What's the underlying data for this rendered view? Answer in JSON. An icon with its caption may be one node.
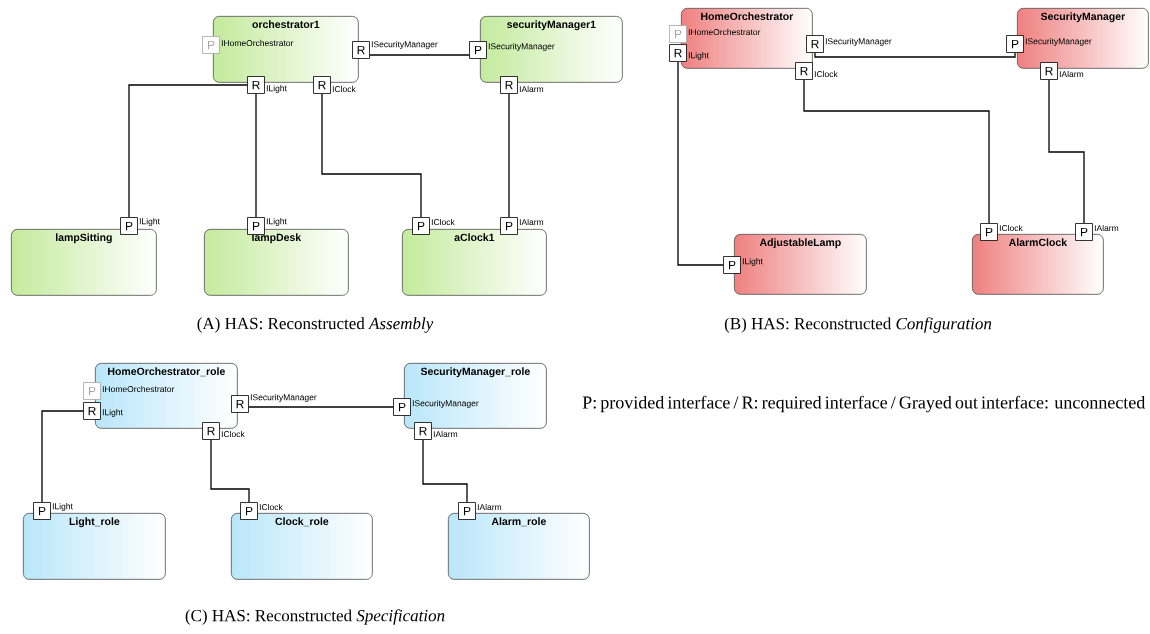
{
  "diagram": {
    "nodes": [
      {
        "text": [
          "orchestrator1"
        ]
      },
      {
        "text": [
          "P"
        ],
        "beside": [
          "IHomeOrchestrator"
        ]
      },
      {
        "text": [
          "R"
        ],
        "beside": [
          "ISecurityManager"
        ]
      },
      {
        "text": [
          "securityManager1"
        ]
      },
      {
        "text": [
          "P"
        ],
        "beside": [
          "ISecurityManager"
        ]
      },
      {
        "text": [
          "R"
        ],
        "beside": [
          "ILight"
        ]
      },
      {
        "text": [
          "R"
        ],
        "beside": [
          "IClock"
        ]
      },
      {
        "text": [
          "R"
        ],
        "beside": [
          "IAlarm"
        ]
      },
      {
        "text": [
          "lampSitting"
        ]
      },
      {
        "text": [
          "P"
        ],
        "beside": [
          "ILight"
        ]
      },
      {
        "text": [
          "lampDesk"
        ]
      },
      {
        "text": [
          "P"
        ],
        "beside": [
          "ILight"
        ]
      },
      {
        "text": [
          "aClock1"
        ]
      },
      {
        "text": [
          "P"
        ],
        "beside": [
          "IClock"
        ]
      },
      {
        "text": [
          "P"
        ],
        "beside": [
          "IAlarm"
        ]
      },
      {
        "text": [
          "HomeOrchestrator"
        ]
      },
      {
        "text": [
          "P"
        ],
        "beside": [
          "IHomeOrchestrator"
        ]
      },
      {
        "text": [
          "R"
        ],
        "beside": [
          "ILight"
        ]
      },
      {
        "text": [
          "R"
        ],
        "beside": [
          "ISecurityManager"
        ]
      },
      {
        "text": [
          "SecurityManager"
        ]
      },
      {
        "text": [
          "P"
        ],
        "beside": [
          "ISecurityManager"
        ]
      },
      {
        "text": [
          "R"
        ],
        "beside": [
          "IClock"
        ]
      },
      {
        "text": [
          "R"
        ],
        "beside": [
          "IAlarm"
        ]
      },
      {
        "text": [
          "AdjustableLamp"
        ]
      },
      {
        "text": [
          "P"
        ],
        "beside": [
          "ILight"
        ]
      },
      {
        "text": [
          "AlarmClock"
        ]
      },
      {
        "text": [
          "P"
        ],
        "beside": [
          "IClock"
        ]
      },
      {
        "text": [
          "P"
        ],
        "beside": [
          "IAlarm"
        ]
      },
      {
        "text": [
          "HomeOrchestrator_role"
        ]
      },
      {
        "text": [
          "P"
        ],
        "beside": [
          "IHomeOrchestrator"
        ]
      },
      {
        "text": [
          "R"
        ],
        "beside": [
          "ILight"
        ]
      },
      {
        "text": [
          "R"
        ],
        "beside": [
          "ISecurityManager"
        ]
      },
      {
        "text": [
          "SecurityManager_role"
        ]
      },
      {
        "text": [
          "P"
        ],
        "beside": [
          "ISecurityManager"
        ]
      },
      {
        "text": [
          "R"
        ],
        "beside": [
          "IClock"
        ]
      },
      {
        "text": [
          "R"
        ],
        "beside": [
          "IAlarm"
        ]
      },
      {
        "text": [
          "Light_role"
        ]
      },
      {
        "text": [
          "P"
        ],
        "beside": [
          "ILight"
        ]
      },
      {
        "text": [
          "Clock_role"
        ]
      },
      {
        "text": [
          "P"
        ],
        "beside": [
          "IClock"
        ]
      },
      {
        "text": [
          "Alarm_role"
        ]
      },
      {
        "text": [
          "P"
        ],
        "beside": [
          "IAlarm"
        ]
      }
    ],
    "edges": [
      {
        "from": 2,
        "to": 4,
        "arrow": "none"
      },
      {
        "from": 5,
        "to": 9,
        "arrow": "none"
      },
      {
        "from": 5,
        "to": 11,
        "arrow": "none"
      },
      {
        "from": 6,
        "to": 13,
        "arrow": "none"
      },
      {
        "from": 7,
        "to": 14,
        "arrow": "none"
      },
      {
        "from": 17,
        "to": 24,
        "arrow": "none"
      },
      {
        "from": 18,
        "to": 20,
        "arrow": "none"
      },
      {
        "from": 21,
        "to": 26,
        "arrow": "none"
      },
      {
        "from": 22,
        "to": 27,
        "arrow": "none"
      },
      {
        "from": 30,
        "to": 37,
        "arrow": "none"
      },
      {
        "from": 31,
        "to": 33,
        "arrow": "none"
      },
      {
        "from": 34,
        "to": 39,
        "arrow": "none"
      },
      {
        "from": 35,
        "to": 41,
        "arrow": "none"
      }
    ],
    "labels": [
      "(A) HAS: Reconstructed *Assembly*",
      "(B) HAS: Reconstructed *Configuration*",
      "P: provided interface / R: required interface / Grayed out interface: unconnected",
      "(C) HAS: Reconstructed *Specification*"
    ]
  }
}
